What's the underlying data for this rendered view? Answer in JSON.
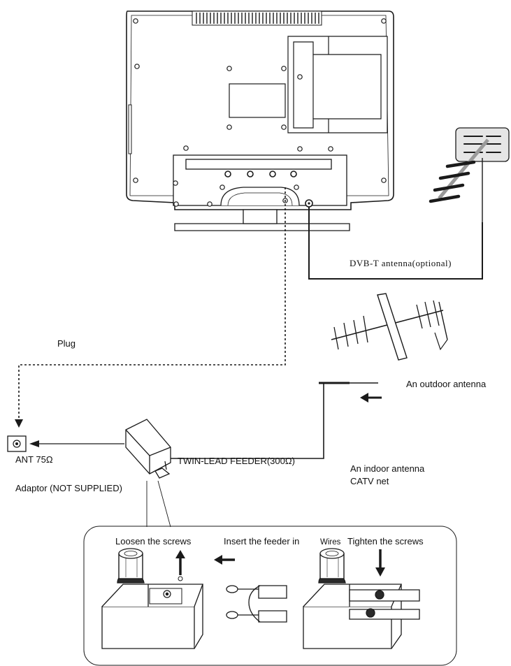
{
  "labels": {
    "dvbt_antenna": "DVB-T antenna(optional)",
    "plug": "Plug",
    "outdoor_antenna": "An outdoor antenna",
    "ant_75": "ANT 75Ω",
    "twin_lead": "TWIN-LEAD FEEDER(300Ω)",
    "indoor_antenna": "An indoor antenna",
    "catv_net": "CATV net",
    "adaptor": "Adaptor  (NOT SUPPLIED)",
    "loosen_screws": "Loosen the screws",
    "insert_feeder": "Insert the feeder in",
    "wires": "Wires",
    "tighten_screws": "Tighten the screws"
  },
  "colors": {
    "line": "#1a1a1a",
    "tv_fill": "#ffffff",
    "antenna_plate": "#e6e6e6"
  }
}
